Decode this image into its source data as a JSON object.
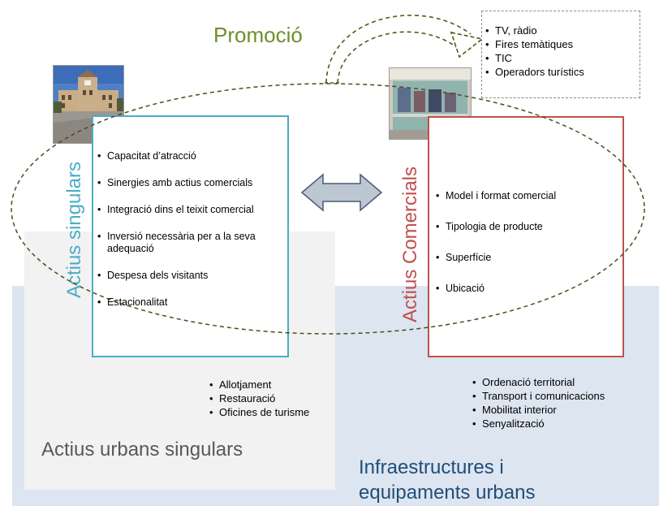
{
  "promotion": {
    "title": "Promoció",
    "items": [
      "TV, ràdio",
      "Fires temàtiques",
      "TIC",
      "Operadors turístics"
    ]
  },
  "singular_assets": {
    "title": "Actius singulars",
    "color": "#4bacc6",
    "items": [
      "Capacitat d’atracció",
      "Sinergies amb actius comercials",
      "Integració dins el teixit comercial",
      "Inversió necessària per a la seva adequació",
      "Despesa dels visitants",
      "Estacionalitat"
    ]
  },
  "commercial_assets": {
    "title": "Actius Comercials",
    "color": "#c0504d",
    "items": [
      "Model i format comercial",
      "Tipologia de producte",
      "Superfície",
      "Ubicació"
    ]
  },
  "urban_singular": {
    "label": "Actius urbans singulars",
    "items": [
      "Allotjament",
      "Restauració",
      "Oficines de turisme"
    ]
  },
  "infrastructure": {
    "label": "Infraestructures i equipaments urbans",
    "items": [
      "Ordenació territorial",
      "Transport i comunicacions",
      "Mobilitat interior",
      "Senyalització"
    ]
  }
}
